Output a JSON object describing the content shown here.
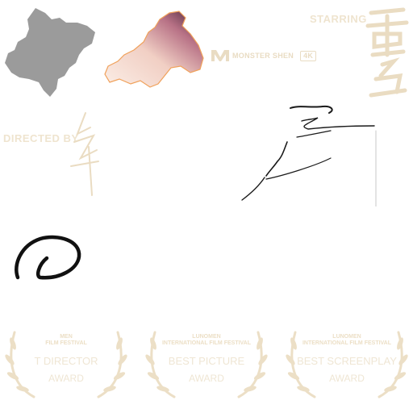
{
  "header": {
    "starring_label": "STARRING",
    "directed_by_label": "DIRECTED BY",
    "brand_name": "MONSTER SHEN",
    "brand_badge": "4K"
  },
  "awards": [
    {
      "festival_line1": "MEN",
      "festival_line2": "FILM FESTIVAL",
      "title": "T DIRECTOR",
      "award": "AWARD"
    },
    {
      "festival_line1": "LUNOMEN",
      "festival_line2": "INTERNATIONAL FILM FESTIVAL",
      "title": "BEST PICTURE",
      "award": "AWARD"
    },
    {
      "festival_line1": "LUNOMEN",
      "festival_line2": "INTERNATIONAL FILM FESTIVAL",
      "title": "BEST SCREENPLAY",
      "award": "AWARD"
    }
  ],
  "colors": {
    "gold": "#ecdfc6",
    "map_gray": "#9a9a9a",
    "map_gradient_dark": "#4a2535",
    "map_gradient_light": "#f7e6dc",
    "map_outline": "#f0a15a"
  }
}
